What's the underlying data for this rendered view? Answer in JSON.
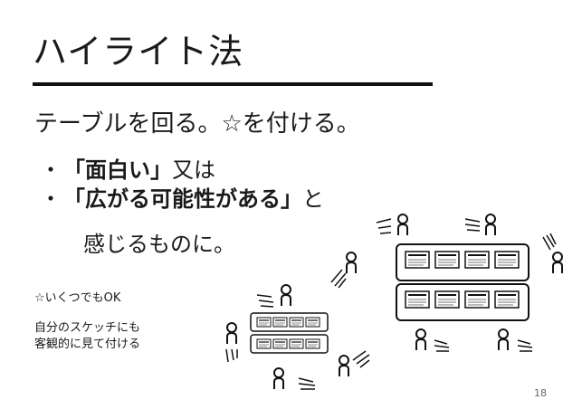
{
  "slide": {
    "title": "ハイライト法",
    "lead": "テーブルを回る。☆を付ける。",
    "bullets": [
      {
        "marker": "・",
        "emph": "「面白い」",
        "tail": "又は"
      },
      {
        "marker": "・",
        "emph": "「広がる可能性がある」",
        "tail": "と"
      }
    ],
    "continuation": "感じるものに。",
    "note_any": "☆いくつでもOK",
    "note_sketch_line1": "自分のスケッチにも",
    "note_sketch_line2": "客観的に見て付ける",
    "page_number": "18"
  }
}
